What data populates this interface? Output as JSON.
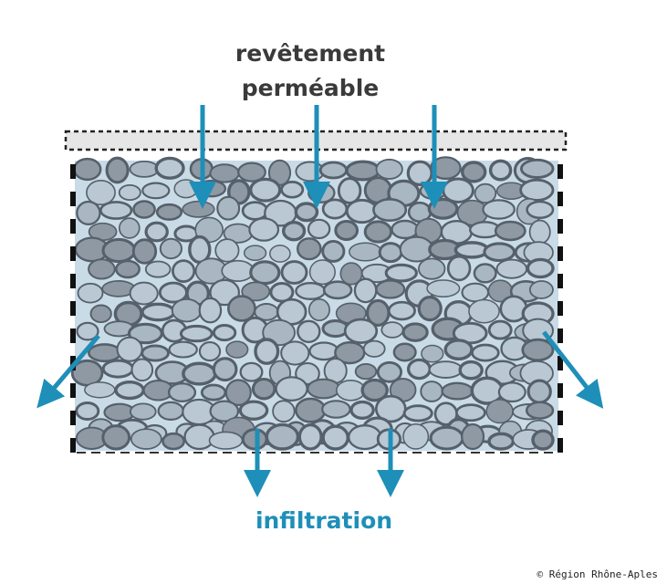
{
  "labels": {
    "top_line1": "revêtement",
    "top_line2": "perméable",
    "bottom": "infiltration",
    "credit": "© Région Rhône-Aples"
  },
  "colors": {
    "arrow": "#1e8fb8",
    "fill": "#c9dbe6",
    "stone_dark": "#55606b",
    "stone_mid": "#8e99a4",
    "stone_light": "#b9c8d3",
    "top_text": "#3a3a3a"
  }
}
